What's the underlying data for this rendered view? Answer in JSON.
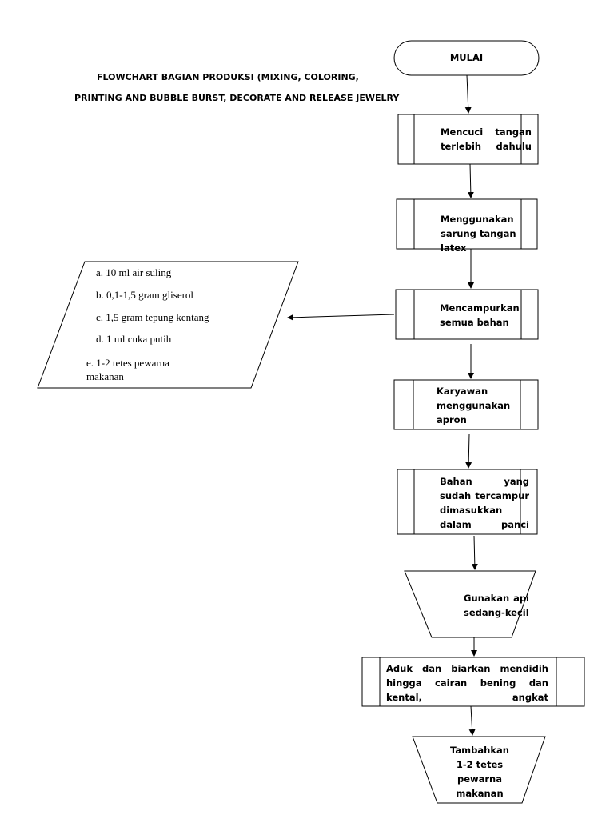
{
  "title": {
    "line1": "FLOWCHART BAGIAN PRODUKSI (MIXING, COLORING,",
    "line2": "PRINTING AND BUBBLE BURST, DECORATE AND RELEASE JEWELRY"
  },
  "steps": {
    "start": "MULAI",
    "wash_hands": "Mencuci tangan terlebih dahulu",
    "gloves": "Menggunakan sarung tangan latex",
    "mix": "Mencampurkan semua bahan",
    "apron": "Karyawan menggunakan apron",
    "pot": "Bahan yang sudah tercampur dimasukkan dalam panci",
    "fire": "Gunakan api sedang-kecil",
    "boil": "Aduk dan biarkan mendidih hingga cairan bening dan kental, angkat",
    "color": "Tambahkan 1-2 tetes pewarna makanan"
  },
  "ingredients": [
    "a. 10 ml air suling",
    "b. 0,1-1,5 gram gliserol",
    "c. 1,5 gram tepung kentang",
    "d. 1 ml cuka putih",
    "e. 1-2 tetes pewarna makanan"
  ]
}
